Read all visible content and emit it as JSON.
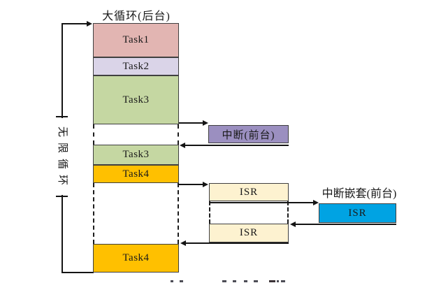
{
  "title": "大循环(后台)",
  "left_loop": {
    "label": "无限循环"
  },
  "stack": {
    "task1": "Task1",
    "task2": "Task2",
    "task3": "Task3",
    "task3b": "Task3",
    "task4": "Task4",
    "task4b": "Task4"
  },
  "foreground": {
    "interrupt": "中断(前台)",
    "isr1": "ISR",
    "isr2": "ISR",
    "nested_title": "中断嵌套(前台)",
    "nested_isr": "ISR"
  },
  "colors": {
    "task1": "#e2b5b2",
    "task2": "#dad4e8",
    "task3": "#c5d7a2",
    "task4": "#ffc000",
    "interrupt": "#9b8fc0",
    "isr": "#fdf2d0",
    "nested_isr": "#00a3e3",
    "line": "#141414"
  }
}
